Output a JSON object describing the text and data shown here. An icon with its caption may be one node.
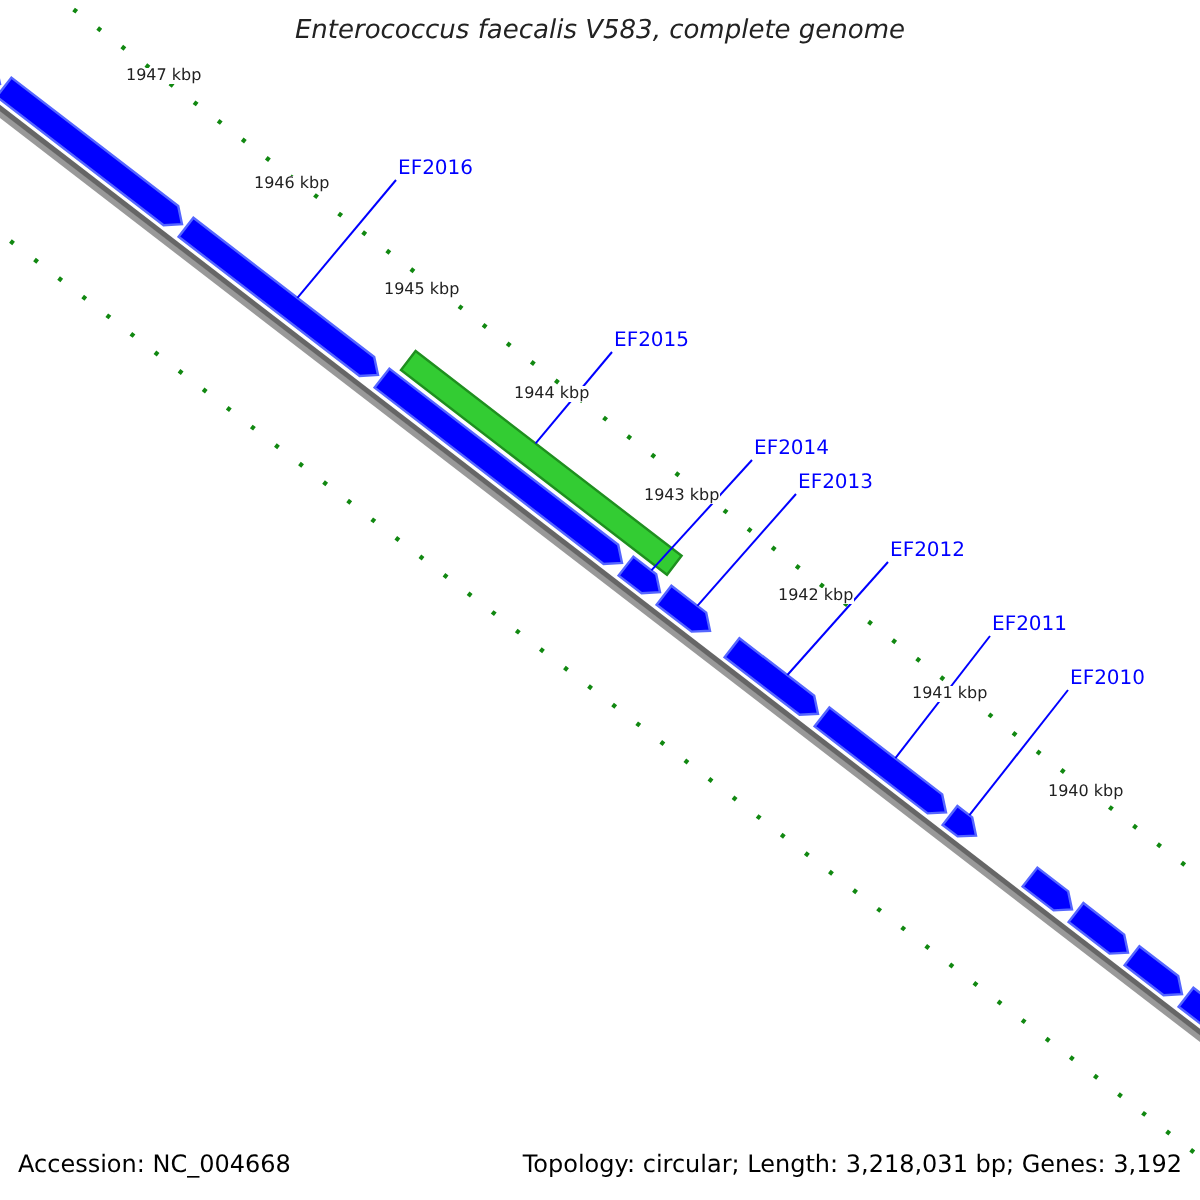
{
  "diagram": {
    "title": "Enterococcus faecalis V583, complete genome",
    "nodes": [
      {
        "text": [
          "EF2016"
        ]
      },
      {
        "text": [
          "EF2015"
        ]
      },
      {
        "text": [
          "EF2014"
        ]
      },
      {
        "text": [
          "EF2013"
        ]
      },
      {
        "text": [
          "EF2012"
        ]
      },
      {
        "text": [
          "EF2011"
        ]
      },
      {
        "text": [
          "EF2010"
        ]
      },
      {
        "text": [],
        "shape": "arrow"
      },
      {
        "text": [],
        "shape": "arrow"
      },
      {
        "text": [],
        "shape": "arrow"
      },
      {
        "text": [],
        "shape": "arrow"
      },
      {
        "text": [],
        "shape": "bar"
      },
      {
        "text": [],
        "shape": "arrow"
      },
      {
        "text": [],
        "shape": "arrow"
      },
      {
        "text": [],
        "shape": "arrow"
      },
      {
        "text": [],
        "shape": "arrow"
      },
      {
        "text": [],
        "shape": "arrow"
      },
      {
        "text": [],
        "shape": "arrow"
      },
      {
        "text": [],
        "shape": "arrow"
      },
      {
        "text": [],
        "shape": "arrow"
      },
      {
        "text": [],
        "shape": "arrow"
      }
    ],
    "edges": [
      {
        "from": 0,
        "to": 9,
        "arrow": "none"
      },
      {
        "from": 1,
        "to": 11,
        "arrow": "none"
      },
      {
        "from": 2,
        "to": 12,
        "arrow": "none"
      },
      {
        "from": 3,
        "to": 13,
        "arrow": "none"
      },
      {
        "from": 4,
        "to": 14,
        "arrow": "none"
      },
      {
        "from": 5,
        "to": 15,
        "arrow": "none"
      },
      {
        "from": 6,
        "to": 16,
        "arrow": "none"
      }
    ],
    "labels": [
      "1947 kbp",
      "1946 kbp",
      "1945 kbp",
      "1944 kbp",
      "1943 kbp",
      "1942 kbp",
      "1941 kbp",
      "1940 kbp",
      "Accession: NC_004668",
      "Topology: circular; Length: 3,218,031 bp; Genes: 3,192"
    ]
  }
}
